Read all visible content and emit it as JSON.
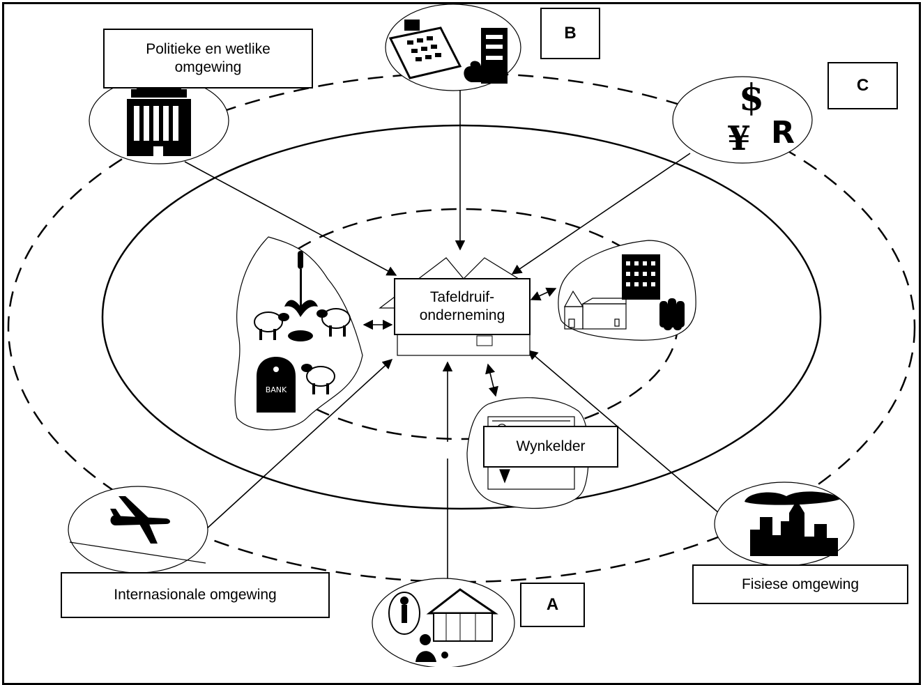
{
  "labels": {
    "political": "Politieke en wetlike omgewing",
    "international": "Internasionale  omgewing",
    "physical": "Fisiese omgewing",
    "business": "Tafeldruif-onderneming",
    "winery": "Wynkelder",
    "a": "A",
    "b": "B",
    "c": "C"
  },
  "icons": {
    "money": [
      "$",
      "¥",
      "R"
    ],
    "bank": "BANK"
  },
  "colors": {
    "ink": "#000000",
    "background": "#ffffff"
  }
}
